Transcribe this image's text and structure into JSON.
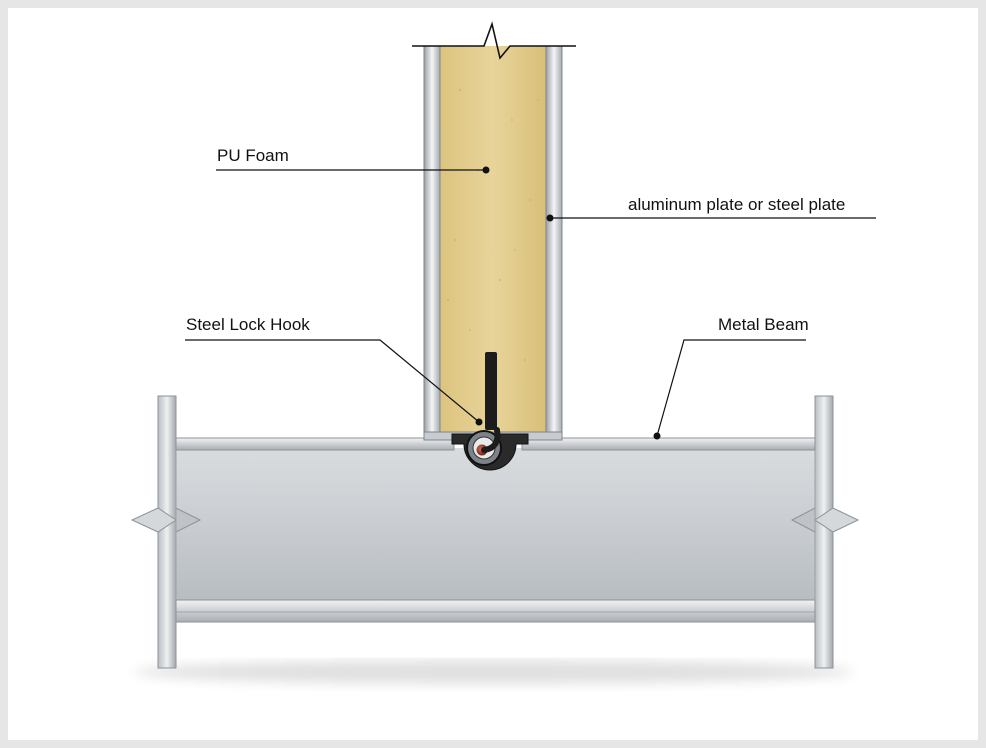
{
  "diagram": {
    "labels": {
      "pu_foam": "PU Foam",
      "plate": "aluminum plate or steel plate",
      "steel_lock_hook": "Steel Lock Hook",
      "metal_beam": "Metal Beam"
    },
    "colors": {
      "foam": "#e3cd8e",
      "foam_dark": "#d2b56d",
      "steel_light": "#e9ebed",
      "steel_mid": "#c4c8cc",
      "steel_dark": "#8f959b",
      "hook": "#1c1c1c",
      "bolt": "#a33a2a",
      "leader_line": "#111111",
      "page_bg": "#e6e6e6"
    }
  }
}
